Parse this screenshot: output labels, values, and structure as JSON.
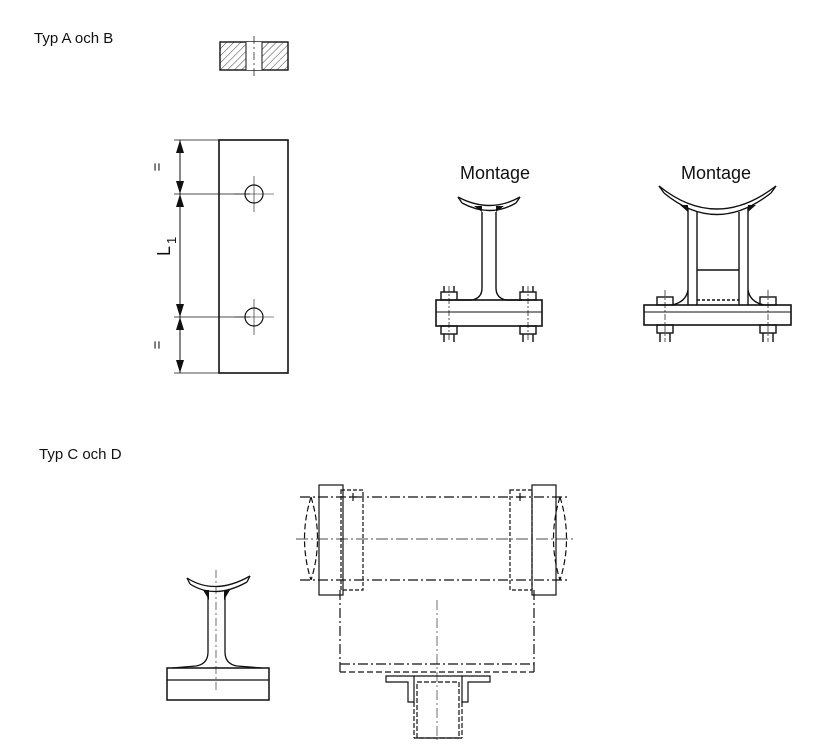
{
  "sections": {
    "type_ab": {
      "label": "Typ A och B"
    },
    "type_cd": {
      "label": "Typ C och D"
    }
  },
  "drawing": {
    "dimension_equal_top": "=",
    "dimension_equal_bottom": "=",
    "dimension_l1_main": "L",
    "dimension_l1_sub": "1",
    "montage_label_left": "Montage",
    "montage_label_right": "Montage"
  },
  "colors": {
    "line": "#111111",
    "background": "#ffffff"
  }
}
